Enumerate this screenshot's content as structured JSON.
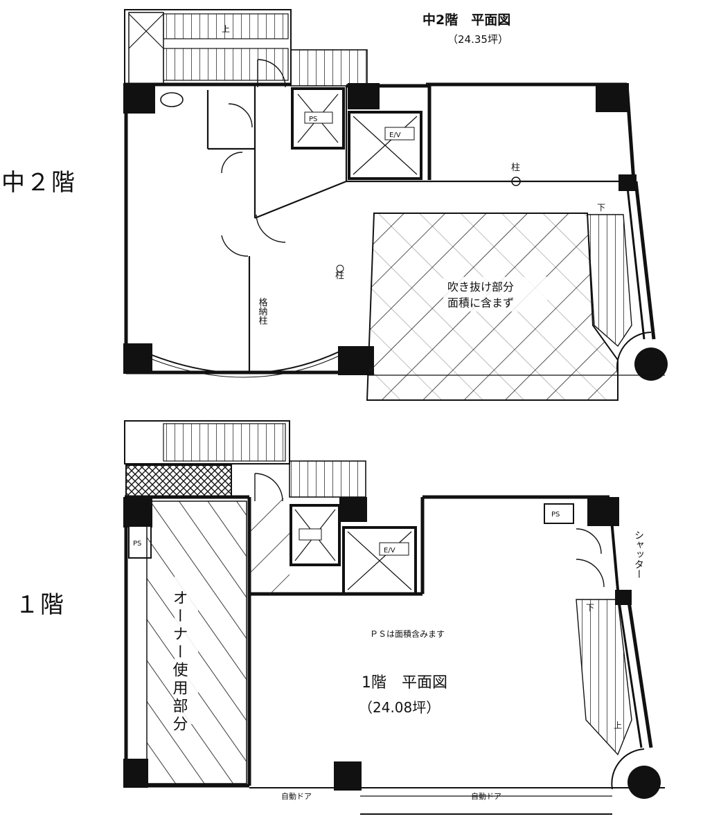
{
  "mezzanine": {
    "side_label": "中２階",
    "title": "中2階　平面図",
    "area": "（24.35坪）",
    "void_line1": "吹き抜け部分",
    "void_line2": "面積に含まず",
    "up_mark": "上",
    "down_mark": "下",
    "pillar_mark": "柱",
    "storage_text": "格納柱",
    "ev_label": "E/V",
    "ps_label": "PS"
  },
  "first": {
    "side_label": "１階",
    "title": "1階　平面図",
    "area": "（24.08坪）",
    "owner_area": "オーナー使用部分",
    "ps_note": "ＰＳは面積含みます",
    "shutter": "シャッター",
    "auto_door_1": "自動ドア",
    "auto_door_2": "自動ドア",
    "down_mark": "下",
    "up_mark": "上",
    "ev_label": "E/V",
    "ps_label": "PS"
  }
}
